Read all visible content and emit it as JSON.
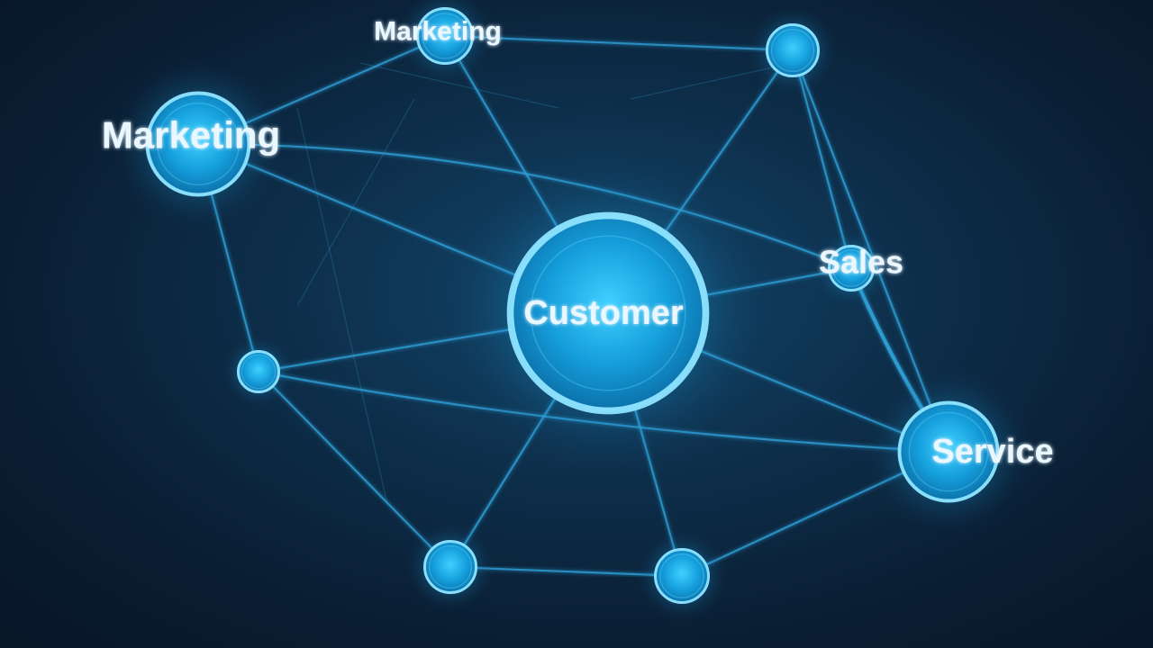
{
  "diagram": {
    "theme": {
      "background": "#0d2e4a",
      "link_color": "#2fa3dc",
      "node_fill": "#15a5e0",
      "node_rim": "#8fe4ff",
      "glow": "#35c8ff",
      "label_color": "#eaf7ff"
    },
    "nodes": [
      {
        "id": "customer",
        "label": "Customer"
      },
      {
        "id": "marketing-top",
        "label": "Marketing"
      },
      {
        "id": "marketing-left",
        "label": "Marketing"
      },
      {
        "id": "sales",
        "label": "Sales"
      },
      {
        "id": "service",
        "label": "Service"
      },
      {
        "id": "top-right",
        "label": ""
      },
      {
        "id": "left-small",
        "label": ""
      },
      {
        "id": "bottom-left",
        "label": ""
      },
      {
        "id": "bottom-right",
        "label": ""
      }
    ],
    "links": [
      [
        "customer",
        "marketing-left"
      ],
      [
        "customer",
        "marketing-top"
      ],
      [
        "customer",
        "top-right"
      ],
      [
        "customer",
        "sales"
      ],
      [
        "customer",
        "service"
      ],
      [
        "customer",
        "left-small"
      ],
      [
        "customer",
        "bottom-left"
      ],
      [
        "customer",
        "bottom-right"
      ],
      [
        "marketing-top",
        "marketing-left"
      ],
      [
        "marketing-top",
        "top-right"
      ],
      [
        "marketing-left",
        "sales"
      ],
      [
        "marketing-left",
        "left-small"
      ],
      [
        "top-right",
        "sales"
      ],
      [
        "top-right",
        "service"
      ],
      [
        "sales",
        "service"
      ],
      [
        "left-small",
        "service"
      ],
      [
        "left-small",
        "bottom-left"
      ],
      [
        "bottom-left",
        "bottom-right"
      ],
      [
        "bottom-right",
        "service"
      ]
    ]
  }
}
